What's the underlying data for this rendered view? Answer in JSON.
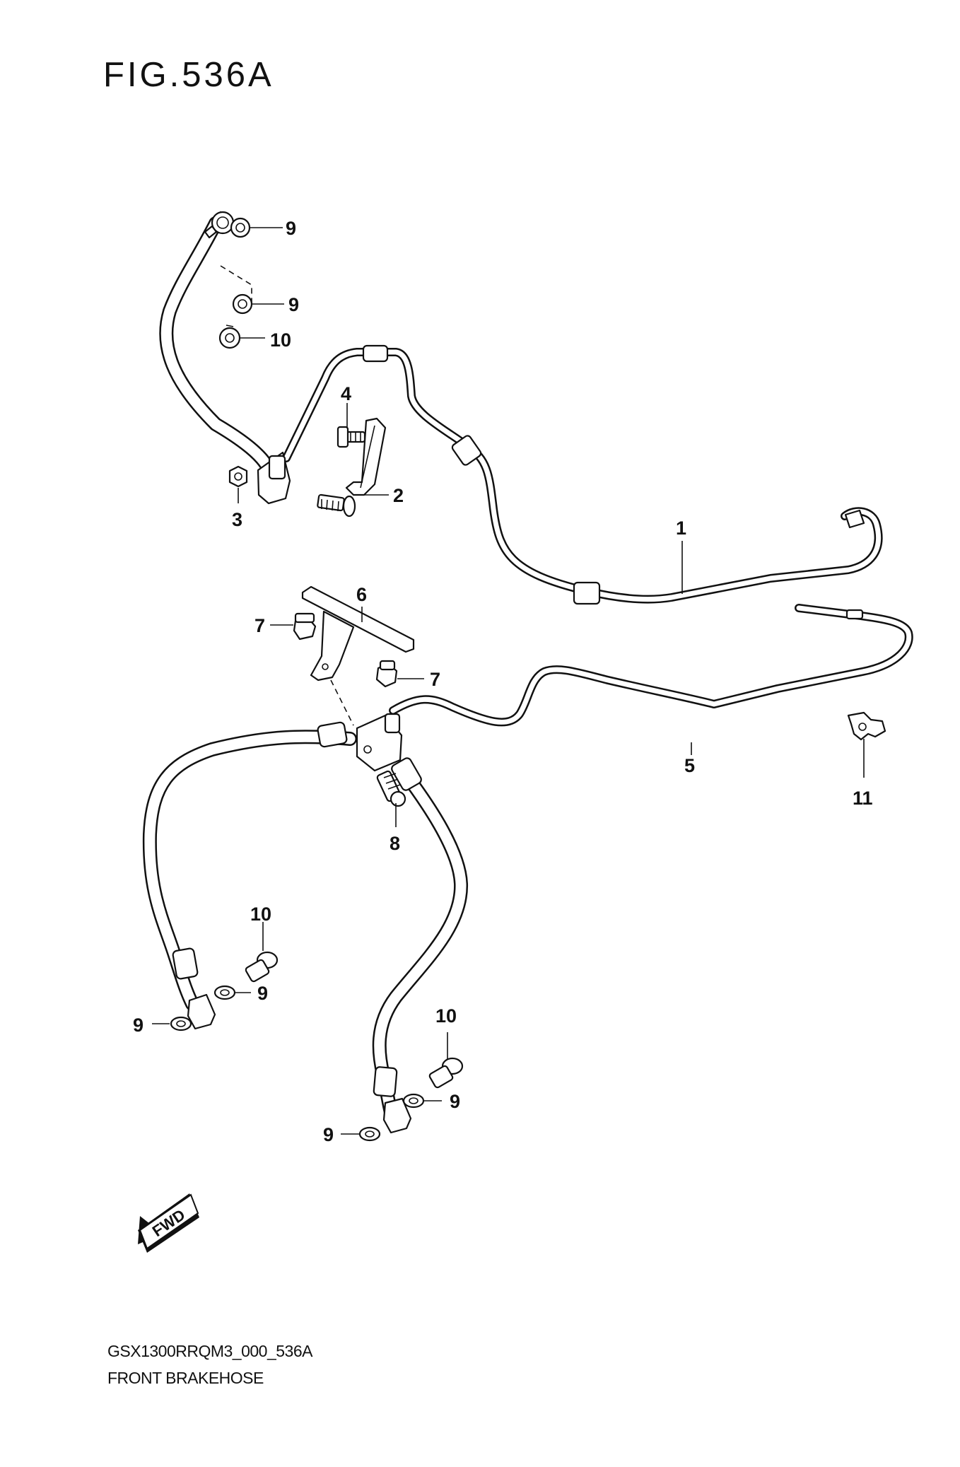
{
  "title": "FIG.536A",
  "footer": {
    "code": "GSX1300RRQM3_000_536A",
    "name": "FRONT BRAKEHOSE"
  },
  "fwd_label": "FWD",
  "callouts": {
    "c1": "1",
    "c2": "2",
    "c3": "3",
    "c4": "4",
    "c5": "5",
    "c6": "6",
    "c7a": "7",
    "c7b": "7",
    "c8": "8",
    "c9a": "9",
    "c9b": "9",
    "c9c": "9",
    "c9d": "9",
    "c9e": "9",
    "c9f": "9",
    "c10a": "10",
    "c10b": "10",
    "c10c": "10",
    "c11": "11"
  }
}
